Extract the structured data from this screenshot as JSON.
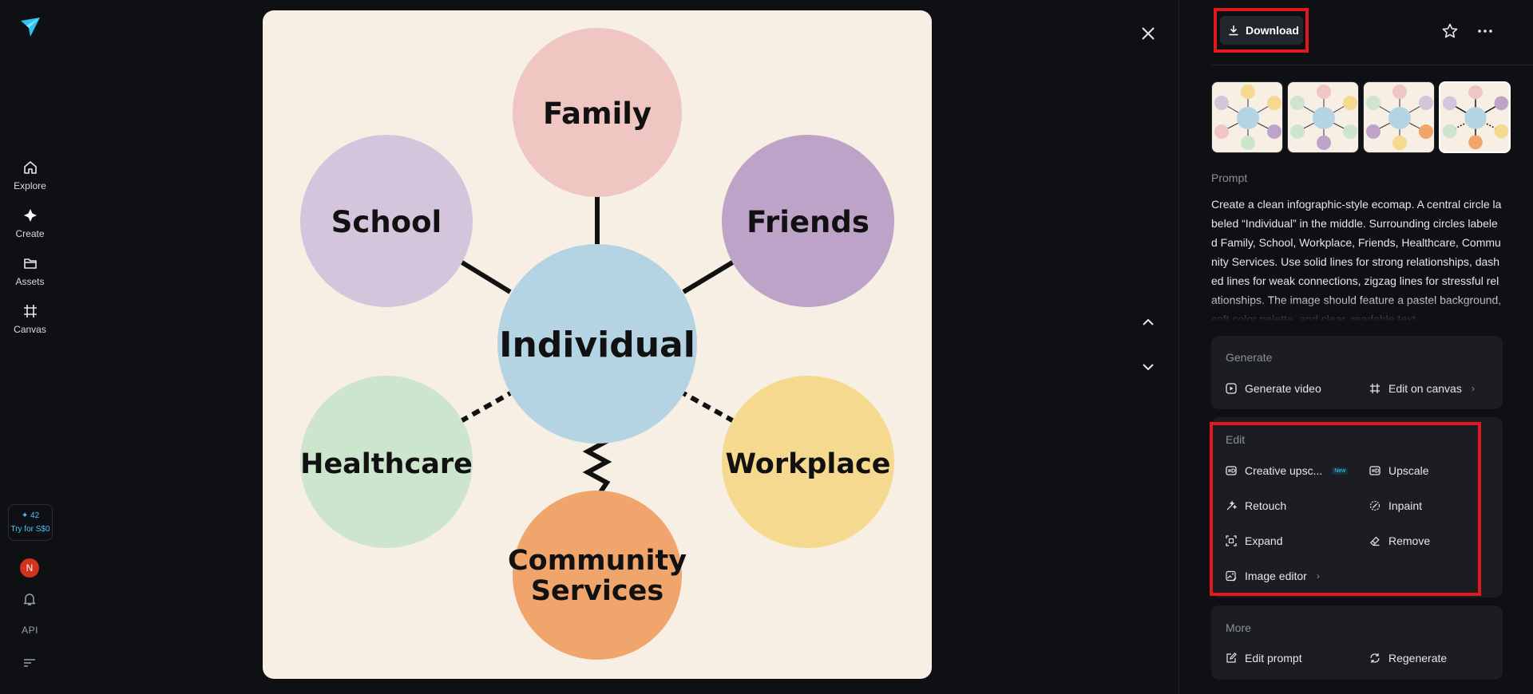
{
  "nav": {
    "explore": "Explore",
    "create": "Create",
    "assets": "Assets",
    "canvas": "Canvas",
    "credits_count": "42",
    "credits_offer": "Try for S$0",
    "avatar_letter": "N",
    "api": "API"
  },
  "image": {
    "center": "Individual",
    "family": "Family",
    "school": "School",
    "friends": "Friends",
    "healthcare": "Healthcare",
    "workplace": "Workplace",
    "community_l1": "Community",
    "community_l2": "Services"
  },
  "panel": {
    "download": "Download",
    "prompt_label": "Prompt",
    "prompt_text": "Create a clean infographic-style ecomap. A central circle labeled “Individual” in the middle. Surrounding circles labeled Family, School, Workplace, Friends, Healthcare, Community Services. Use solid lines for strong relationships, dashed lines for weak connections, zigzag lines for stressful relationships. The image should feature a pastel background, soft color palette, and clear, readable text.",
    "generate": {
      "title": "Generate",
      "generate_video": "Generate video",
      "edit_on_canvas": "Edit on canvas"
    },
    "edit": {
      "title": "Edit",
      "creative_upscale": "Creative upsc...",
      "new_badge": "New",
      "upscale": "Upscale",
      "retouch": "Retouch",
      "inpaint": "Inpaint",
      "expand": "Expand",
      "remove": "Remove",
      "image_editor": "Image editor"
    },
    "more": {
      "title": "More",
      "edit_prompt": "Edit prompt",
      "regenerate": "Regenerate"
    }
  },
  "colors": {
    "family": "#efc6c1",
    "school": "#d5c5dc",
    "friends": "#bea3c9",
    "individual": "#b5d4e3",
    "healthcare": "#cde4cd",
    "workplace": "#f4d98f",
    "community": "#f0a56c",
    "highlight": "#e0191f"
  }
}
